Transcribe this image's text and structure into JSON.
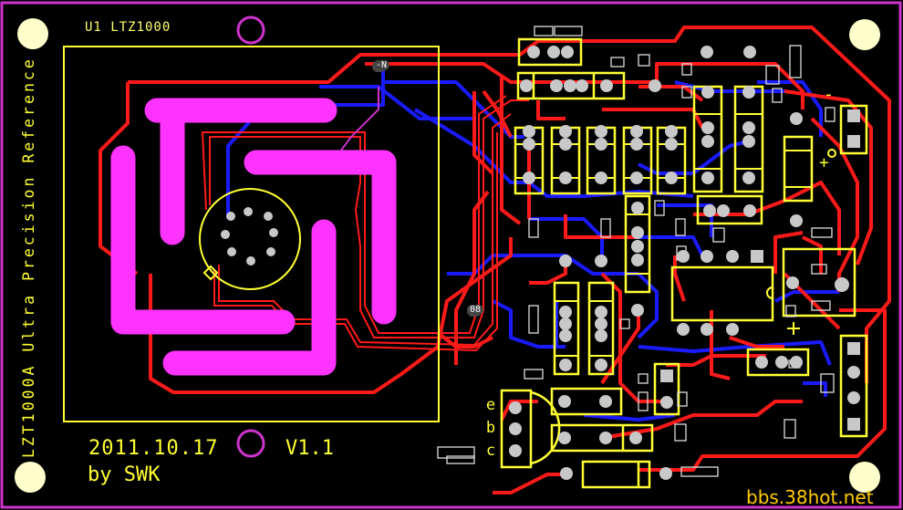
{
  "component_ref": "U1 LTZ1000",
  "board_title": "LZT1000A Ultra Precision Reference",
  "date": "2011.10.17",
  "version": "V1.1",
  "author": "by SWK",
  "watermark": "bbs.38hot.net",
  "transistor_pins": [
    "e",
    "b",
    "c"
  ],
  "net_labels": [
    "-N",
    "08"
  ],
  "polarity": {
    "minus": "-",
    "plus": "+"
  },
  "colors": {
    "background": "#000000",
    "board_outline": "#cc33cc",
    "copper_top": "#ff1a1a",
    "copper_bottom": "#1a1aff",
    "heater_pour": "#ff33ff",
    "silkscreen": "#ffff33",
    "pad": "#c8c8c8",
    "mounting_hole": "#ffffcc"
  }
}
